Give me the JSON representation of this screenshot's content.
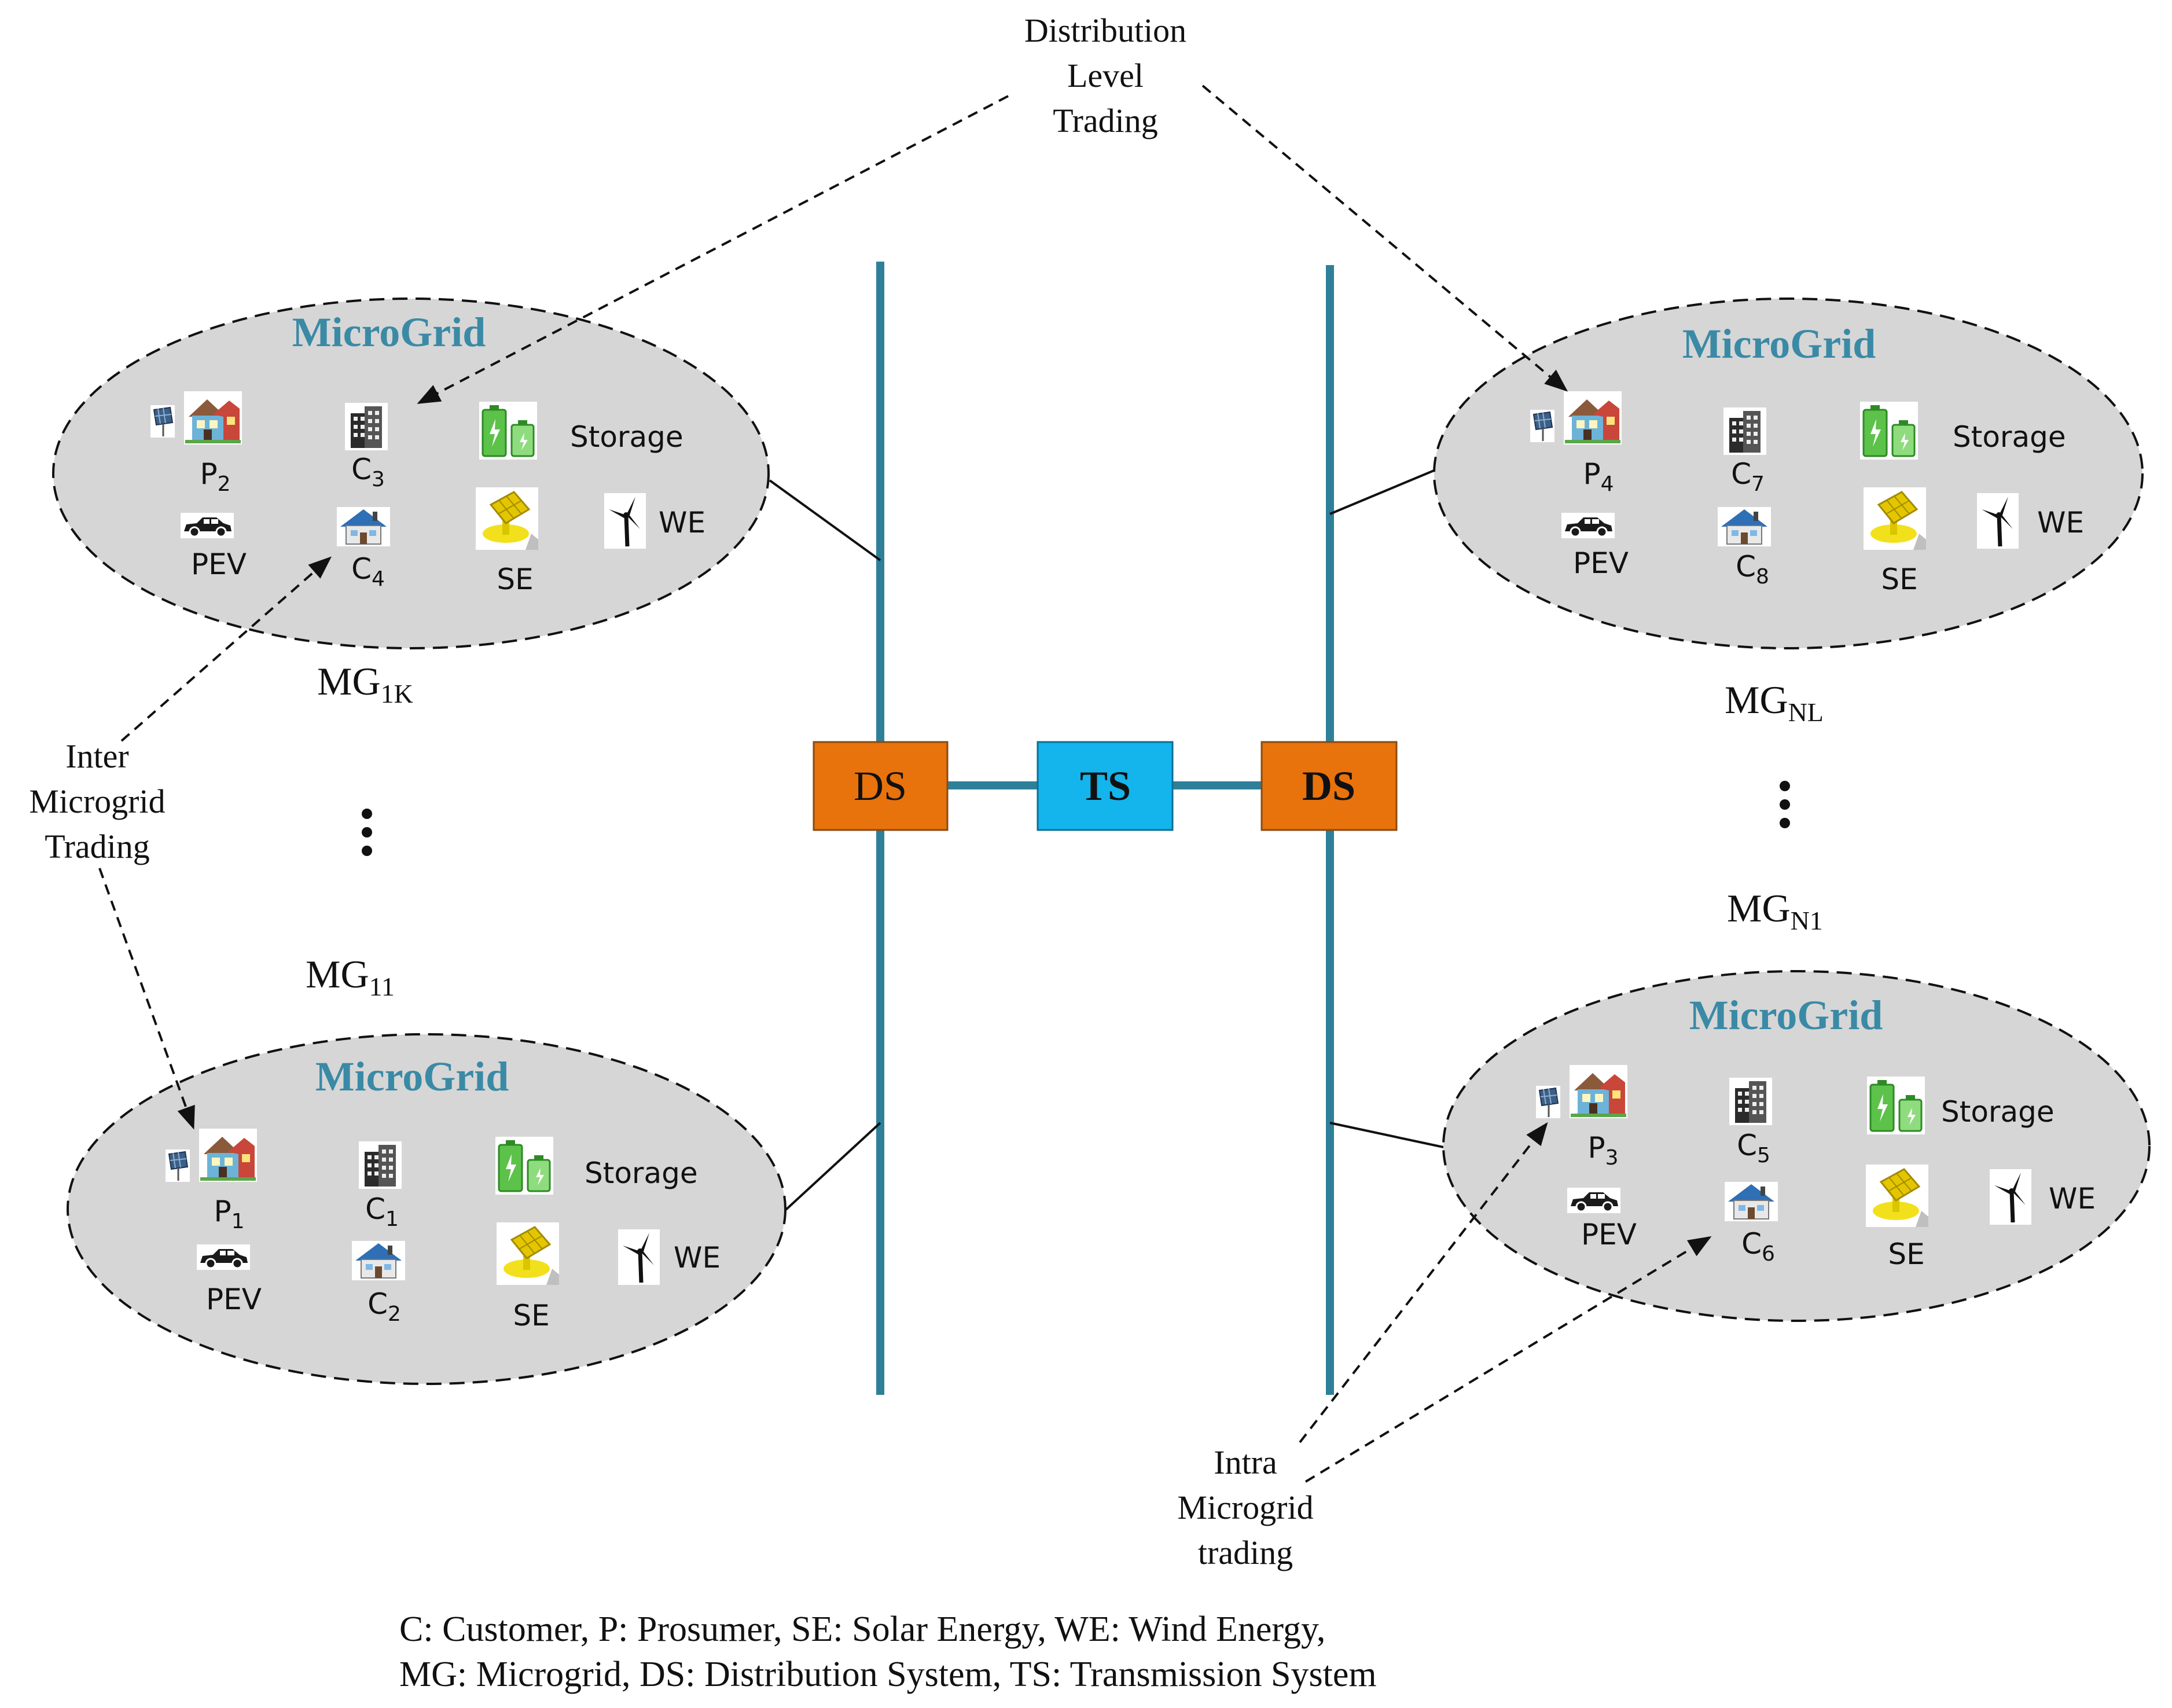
{
  "annotations": {
    "distribution_level_trading": [
      "Distribution",
      "Level",
      "Trading"
    ],
    "inter_microgrid_trading": [
      "Inter",
      "Microgrid",
      "Trading"
    ],
    "intra_microgrid_trading": [
      "Intra",
      "Microgrid",
      "trading"
    ]
  },
  "grid": {
    "ds_left": "DS",
    "ts": "TS",
    "ds_right": "DS",
    "colors": {
      "bus": "#2e8099",
      "ds_fill": "#e8720c",
      "ts_fill": "#14b4ec",
      "ellipse_fill": "#d6d6d6",
      "title": "#3a8aa6"
    }
  },
  "mg_labels": {
    "mg_1k": {
      "base": "MG",
      "sub": "1K"
    },
    "mg_11": {
      "base": "MG",
      "sub": "11"
    },
    "mg_nl": {
      "base": "MG",
      "sub": "NL"
    },
    "mg_n1": {
      "base": "MG",
      "sub": "N1"
    },
    "ellipsis": "⋮"
  },
  "microgrids": [
    {
      "id": "mg-top-left",
      "title": "MicroGrid",
      "prosumer": {
        "base": "P",
        "sub": "2"
      },
      "customer_building": {
        "base": "C",
        "sub": "3"
      },
      "customer_house": {
        "base": "C",
        "sub": "4"
      },
      "storage": "Storage",
      "pev": "PEV",
      "se": "SE",
      "we": "WE"
    },
    {
      "id": "mg-bottom-left",
      "title": "MicroGrid",
      "prosumer": {
        "base": "P",
        "sub": "1"
      },
      "customer_building": {
        "base": "C",
        "sub": "1"
      },
      "customer_house": {
        "base": "C",
        "sub": "2"
      },
      "storage": "Storage",
      "pev": "PEV",
      "se": "SE",
      "we": "WE"
    },
    {
      "id": "mg-top-right",
      "title": "MicroGrid",
      "prosumer": {
        "base": "P",
        "sub": "4"
      },
      "customer_building": {
        "base": "C",
        "sub": "7"
      },
      "customer_house": {
        "base": "C",
        "sub": "8"
      },
      "storage": "Storage",
      "pev": "PEV",
      "se": "SE",
      "we": "WE"
    },
    {
      "id": "mg-bottom-right",
      "title": "MicroGrid",
      "prosumer": {
        "base": "P",
        "sub": "3"
      },
      "customer_building": {
        "base": "C",
        "sub": "5"
      },
      "customer_house": {
        "base": "C",
        "sub": "6"
      },
      "storage": "Storage",
      "pev": "PEV",
      "se": "SE",
      "we": "WE"
    }
  ],
  "legend": {
    "line1": "C: Customer,  P: Prosumer,  SE: Solar Energy, WE: Wind Energy,",
    "line2": "MG: Microgrid, DS: Distribution System, TS: Transmission System"
  }
}
